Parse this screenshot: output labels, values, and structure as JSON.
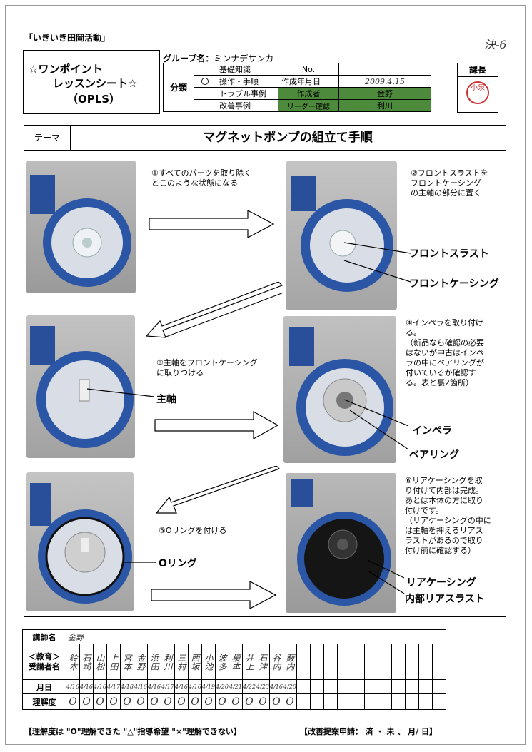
{
  "page_mark": "決-6",
  "activity": "「いきいき田岡活動」",
  "title_box": {
    "line1": "☆ワンポイント",
    "line2": "レッスンシート☆",
    "line3": "（OPLS）"
  },
  "group": {
    "label": "グループ名：",
    "value": "ミンナデサンカ"
  },
  "classification": {
    "label": "分類",
    "mark": "〇",
    "rows": [
      "基礎知識",
      "操作・手順",
      "トラブル事例",
      "改善事例"
    ],
    "no_label": "No.",
    "date_label": "作成年月日",
    "date_value": "2009.4.15",
    "author_label": "作成者",
    "author_value": "金野",
    "leader_label": "リーダー確認",
    "leader_value": "利川"
  },
  "manager": {
    "label": "課長",
    "stamp": "小泉"
  },
  "theme": {
    "label": "テーマ",
    "title": "マグネットポンプの組立て手順"
  },
  "steps": {
    "s1": [
      "①すべてのパーツを取り除く",
      "とこのような状態になる"
    ],
    "s2": [
      "②フロントスラストを",
      "フロントケーシング",
      "の主軸の部分に置く"
    ],
    "s3": [
      "③主軸をフロントケーシング",
      "に取りつける"
    ],
    "s4": [
      "④インペラを取り付け",
      "る。",
      "（新品なら確認の必要",
      "はないが中古はインペ",
      "ラの中にベアリングが",
      "付いているか確認す",
      "る。表と裏2箇所）"
    ],
    "s5": [
      "⑤Oリングを付ける"
    ],
    "s6": [
      "⑥リアケーシングを取",
      "り付けて内部は完成。",
      "あとは本体の方に取り",
      "付けです。",
      "（リアケーシングの中に",
      "は主軸を押えるリアス",
      "ラストがあるので取り",
      "付け前に確認する）"
    ]
  },
  "labels": {
    "front_thrust": "フロントスラスト",
    "front_casing": "フロントケーシング",
    "main_shaft": "主軸",
    "impeller": "インペラ",
    "bearing": "ベアリング",
    "o_ring": "Oリング",
    "rear_casing": "リアケーシング",
    "inner_rear_thrust": "内部リアスラスト"
  },
  "bottom": {
    "instructor_label": "講師名",
    "instructor_value": "金野",
    "trainee_label1": "＜教育＞",
    "trainee_label2": "受講者名",
    "trainees": [
      "鈴木",
      "石崎",
      "山松",
      "上田",
      "宮本",
      "金野",
      "浜田",
      "利川",
      "三村",
      "西坂",
      "小池",
      "波多",
      "榎本",
      "井上",
      "石津",
      "谷内",
      "薮内"
    ],
    "date_label": "月日",
    "dates": [
      "4/16",
      "4/16",
      "4/16",
      "4/17",
      "4/18",
      "4/16",
      "4/16",
      "4/17",
      "4/16",
      "4/16",
      "4/19",
      "4/20",
      "4/21",
      "4/22",
      "4/23",
      "4/16",
      "4/20"
    ],
    "understanding_label": "理解度",
    "marks": [
      "O",
      "O",
      "O",
      "O",
      "O",
      "O",
      "O",
      "O",
      "O",
      "O",
      "O",
      "O",
      "O",
      "O",
      "O",
      "O",
      "O"
    ]
  },
  "footer": {
    "legend": "【理解度は \"O\"理解できた \"△\"指導希望 \"×\"理解できない】",
    "suggestion": "【改善提案申請： 済 ・ 未 、 月/ 日】"
  }
}
